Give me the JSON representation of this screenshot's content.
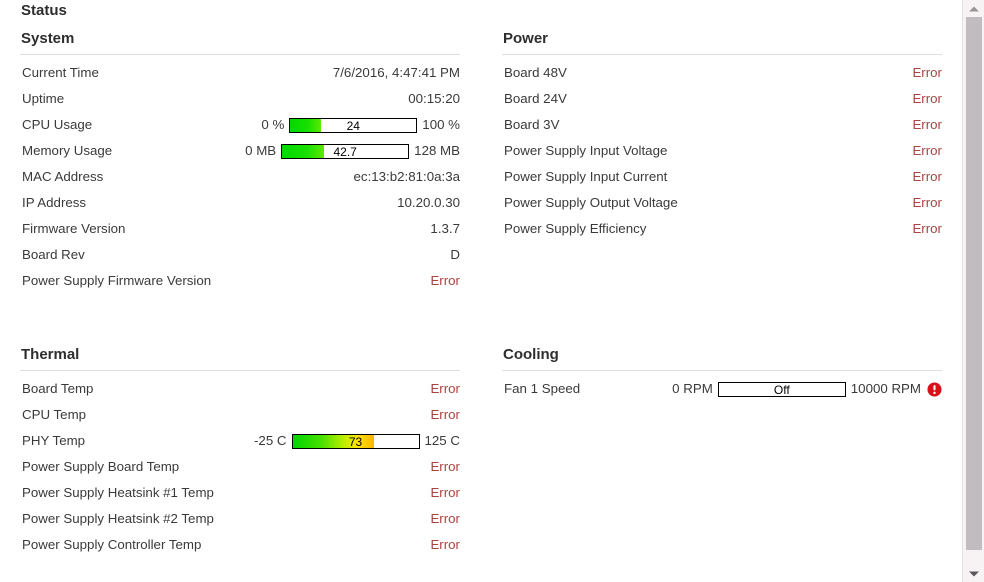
{
  "page": {
    "title": "Status"
  },
  "panels": {
    "system": {
      "heading": "System",
      "rows": [
        {
          "label": "Current Time",
          "value": "7/6/2016, 4:47:41 PM",
          "kind": "text"
        },
        {
          "label": "Uptime",
          "value": "00:15:20",
          "kind": "text"
        },
        {
          "label": "CPU Usage",
          "kind": "gauge",
          "min": "0 %",
          "max": "100 %",
          "gauge_text": "24",
          "percent": 24,
          "fill": "g-green"
        },
        {
          "label": "Memory Usage",
          "kind": "gauge",
          "min": "0 MB",
          "max": "128 MB",
          "gauge_text": "42.7",
          "percent": 33,
          "fill": "g-green"
        },
        {
          "label": "MAC Address",
          "value": "ec:13:b2:81:0a:3a",
          "kind": "text"
        },
        {
          "label": "IP Address",
          "value": "10.20.0.30",
          "kind": "text"
        },
        {
          "label": "Firmware Version",
          "value": "1.3.7",
          "kind": "text"
        },
        {
          "label": "Board Rev",
          "value": "D",
          "kind": "text"
        },
        {
          "label": "Power Supply Firmware Version",
          "value": "Error",
          "kind": "error"
        }
      ]
    },
    "power": {
      "heading": "Power",
      "rows": [
        {
          "label": "Board 48V",
          "value": "Error",
          "kind": "error"
        },
        {
          "label": "Board 24V",
          "value": "Error",
          "kind": "error"
        },
        {
          "label": "Board 3V",
          "value": "Error",
          "kind": "error"
        },
        {
          "label": "Power Supply Input Voltage",
          "value": "Error",
          "kind": "error"
        },
        {
          "label": "Power Supply Input Current",
          "value": "Error",
          "kind": "error"
        },
        {
          "label": "Power Supply Output Voltage",
          "value": "Error",
          "kind": "error"
        },
        {
          "label": "Power Supply Efficiency",
          "value": "Error",
          "kind": "error"
        }
      ]
    },
    "thermal": {
      "heading": "Thermal",
      "rows": [
        {
          "label": "Board Temp",
          "value": "Error",
          "kind": "error"
        },
        {
          "label": "CPU Temp",
          "value": "Error",
          "kind": "error"
        },
        {
          "label": "PHY Temp",
          "kind": "gauge",
          "min": "-25 C",
          "max": "125 C",
          "gauge_text": "73",
          "percent": 65,
          "fill": "g-warm"
        },
        {
          "label": "Power Supply Board Temp",
          "value": "Error",
          "kind": "error"
        },
        {
          "label": "Power Supply Heatsink #1 Temp",
          "value": "Error",
          "kind": "error"
        },
        {
          "label": "Power Supply Heatsink #2 Temp",
          "value": "Error",
          "kind": "error"
        },
        {
          "label": "Power Supply Controller Temp",
          "value": "Error",
          "kind": "error"
        }
      ]
    },
    "cooling": {
      "heading": "Cooling",
      "rows": [
        {
          "label": "Fan 1 Speed",
          "kind": "gauge",
          "min": "0 RPM",
          "max": "10000 RPM",
          "gauge_text": "Off",
          "percent": 0,
          "fill": "g-green",
          "alarm": true,
          "alarm_icon": "alarm-exclamation-icon"
        }
      ]
    }
  },
  "colors": {
    "error_text": "#a94442",
    "alarm_red": "#d8101a",
    "gauge_border": "#000000",
    "rule": "#dddddd",
    "scrollbar_thumb": "#c0bcc0",
    "scrollbar_track": "#f7f3f4"
  },
  "scrollbar": {
    "up_icon": "caret-up-icon",
    "down_icon": "caret-down-icon",
    "thumb": "scroll-thumb"
  }
}
